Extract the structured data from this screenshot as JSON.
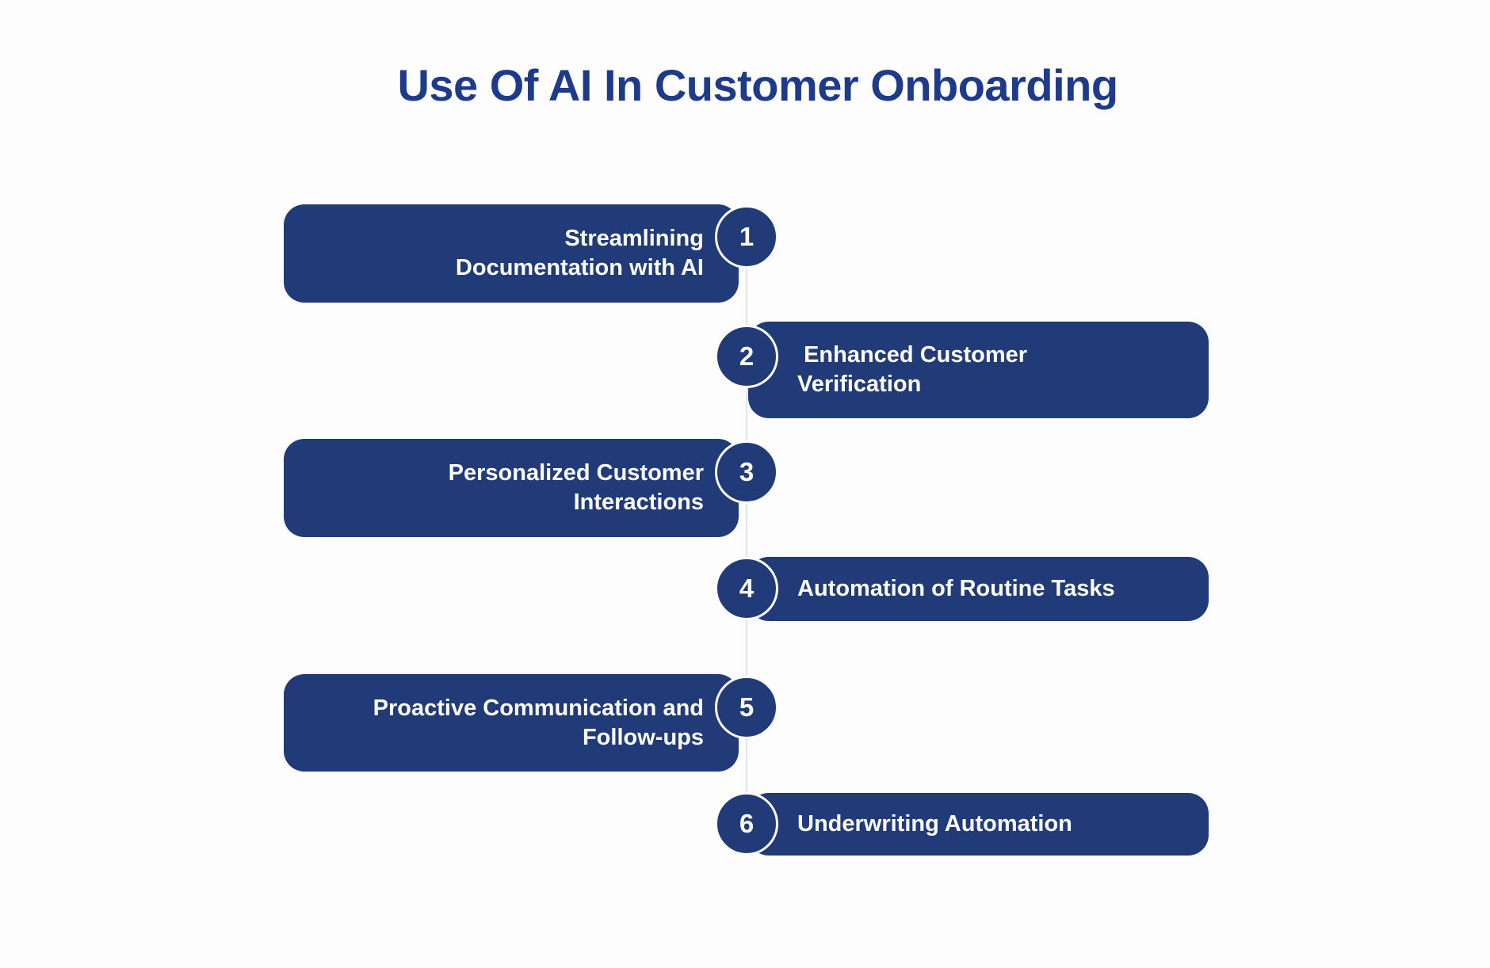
{
  "title": "Use Of AI In Customer Onboarding",
  "colors": {
    "box_navy": "#213a78",
    "title_blue": "#1e3a8a",
    "connector_line_gray": "#e4e4e4",
    "background": "#fdfdfd",
    "box_text": "#ffffff"
  },
  "steps": [
    {
      "number": "1",
      "side": "left",
      "label": "Streamlining\nDocumentation with AI"
    },
    {
      "number": "2",
      "side": "right",
      "label": " Enhanced Customer\nVerification"
    },
    {
      "number": "3",
      "side": "left",
      "label": "Personalized Customer\nInteractions"
    },
    {
      "number": "4",
      "side": "right",
      "label": "Automation of Routine Tasks"
    },
    {
      "number": "5",
      "side": "left",
      "label": "Proactive Communication and\nFollow-ups"
    },
    {
      "number": "6",
      "side": "right",
      "label": "Underwriting Automation"
    }
  ]
}
